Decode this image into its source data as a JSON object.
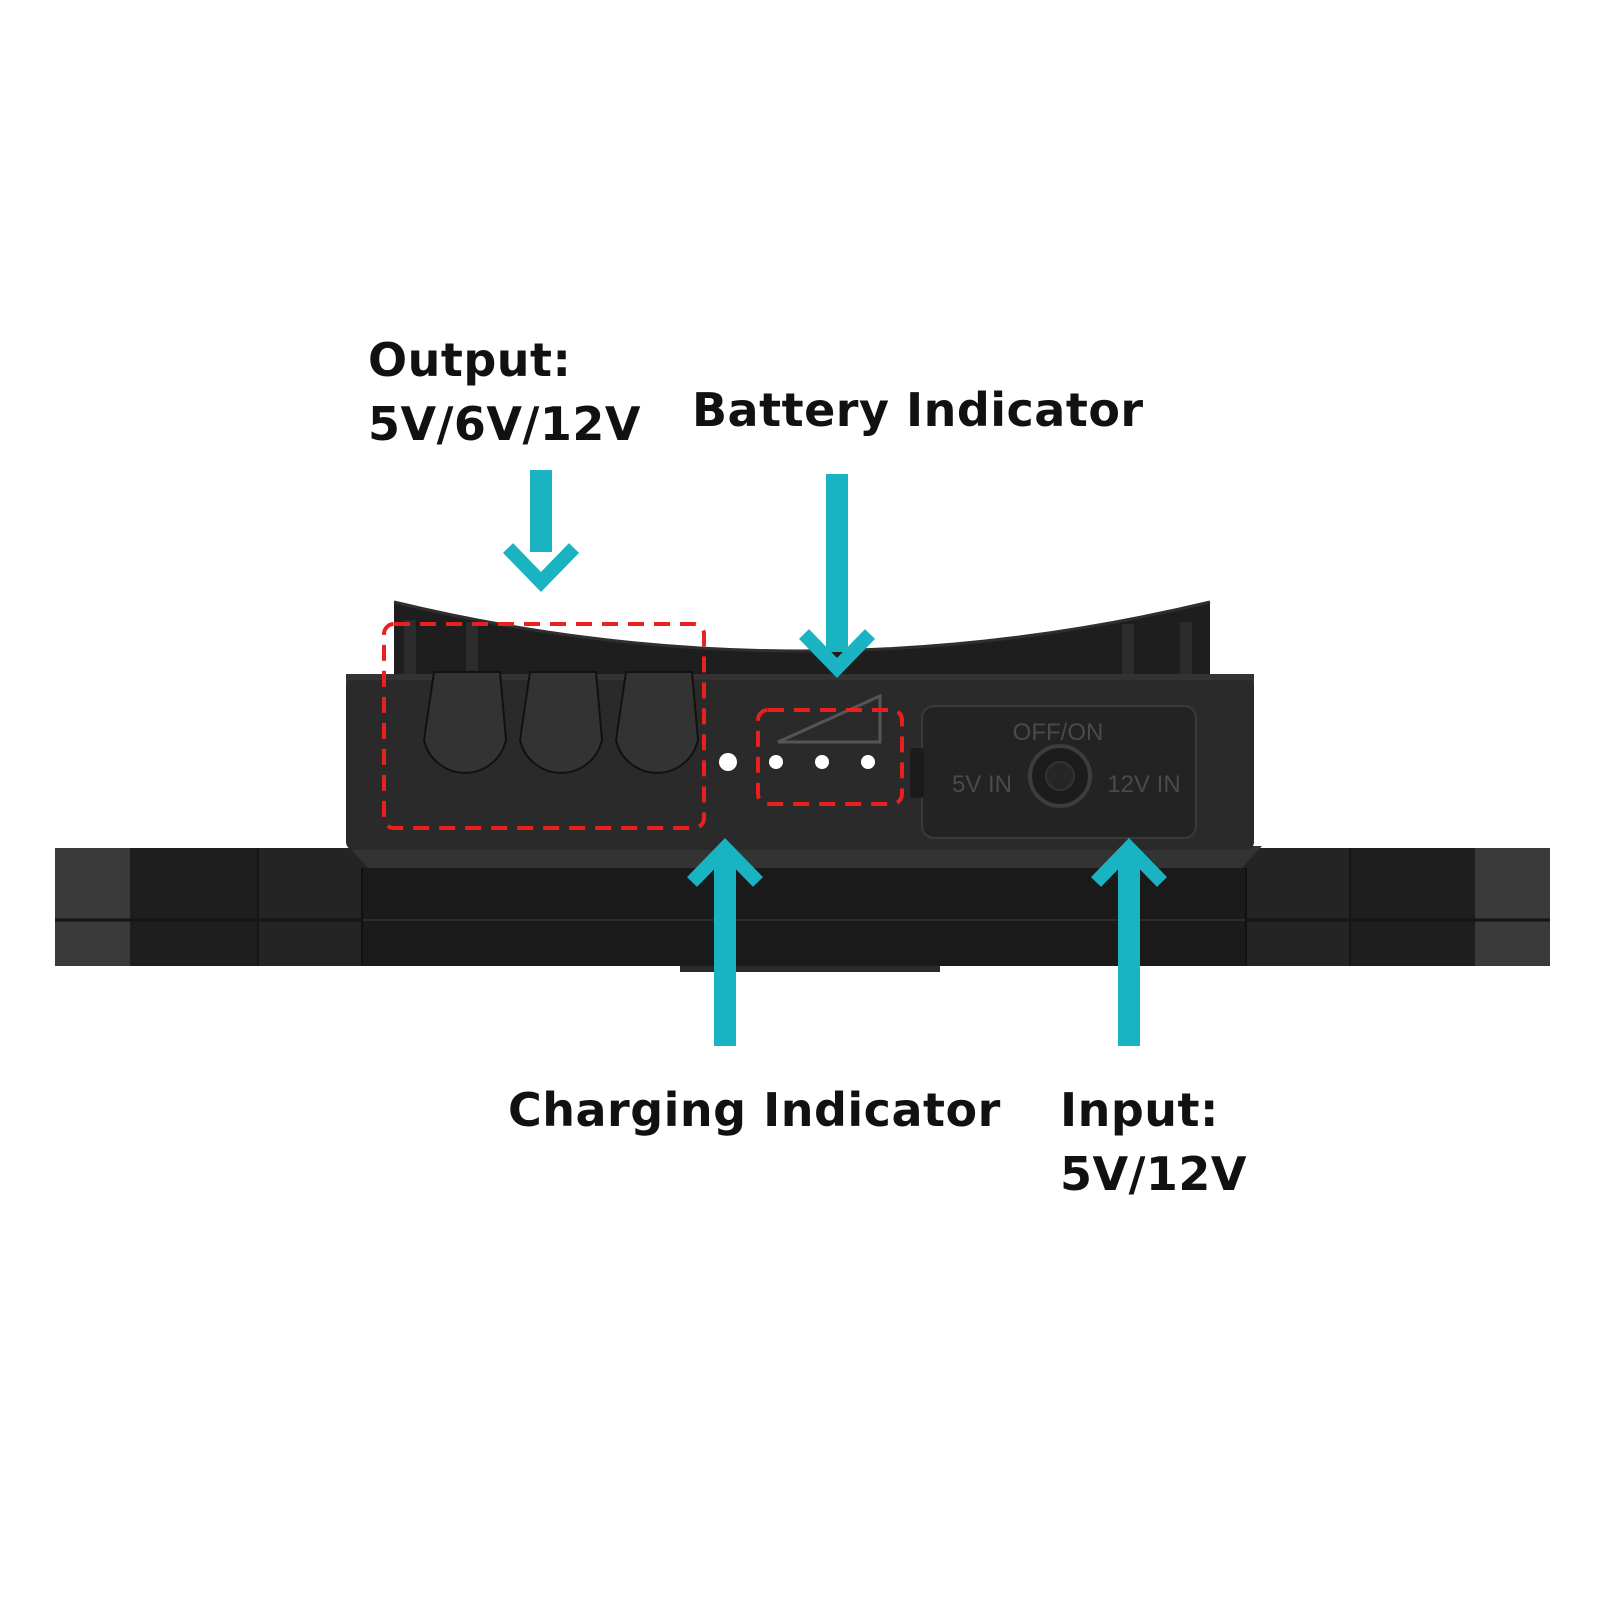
{
  "callouts": {
    "output": {
      "line1": "Output:",
      "line2": "5V/6V/12V"
    },
    "battery": {
      "line1": "Battery Indicator"
    },
    "charging": {
      "line1": "Charging Indicator"
    },
    "input": {
      "line1": "Input:",
      "line2": "5V/12V"
    }
  },
  "panel": {
    "switch_label": "OFF/ON",
    "left_input_label": "5V IN",
    "right_input_label": "12V IN"
  },
  "colors": {
    "arrow": "#19b3c2",
    "highlight_box": "#e8201f",
    "device_body": "#2a2a2a",
    "device_base": "#1c1c1c",
    "led": "#ffffff",
    "label_text": "#111111"
  },
  "icons": {
    "port_covers": "port-cover-icon",
    "battery_level": "battery-level-icon",
    "power_switch": "power-switch-icon"
  }
}
